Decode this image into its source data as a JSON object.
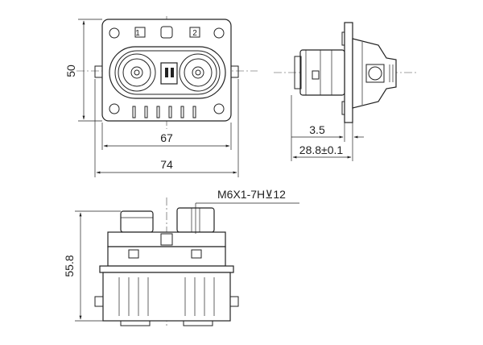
{
  "dimensions": {
    "height_front": "50",
    "mount_width": "67",
    "overall_width": "74",
    "side_flange": "3.5",
    "side_depth": "28.8±0.1",
    "bottom_height": "55.8",
    "thread_callout": "M6X1-7H⊻12"
  },
  "pin_labels": {
    "pin1": "1",
    "pin2": "2"
  }
}
